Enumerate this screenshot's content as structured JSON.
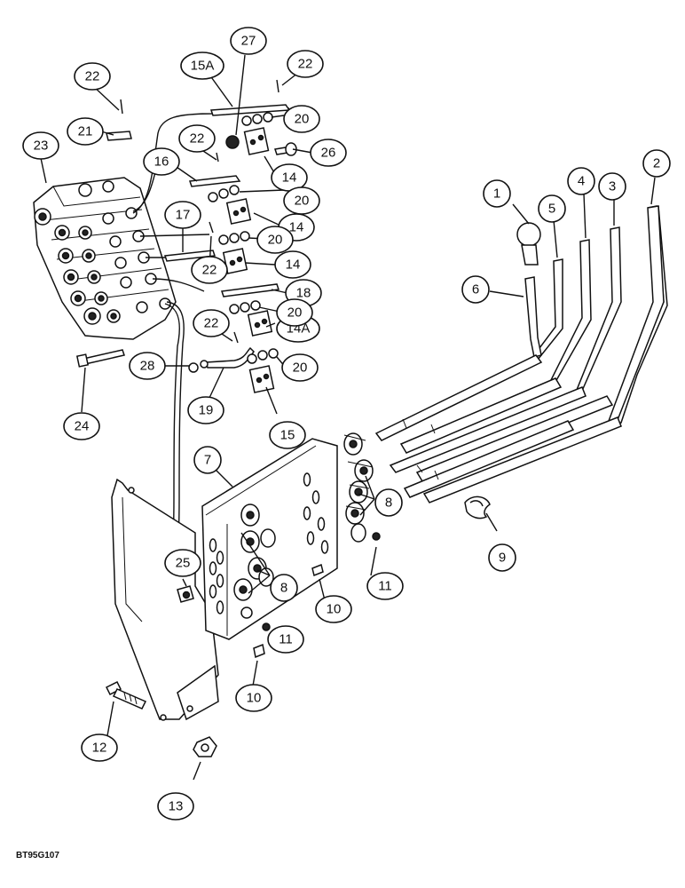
{
  "figure_code": "BT95G107",
  "callouts": [
    {
      "id": "c1",
      "label": "1"
    },
    {
      "id": "c2",
      "label": "2"
    },
    {
      "id": "c3",
      "label": "3"
    },
    {
      "id": "c4",
      "label": "4"
    },
    {
      "id": "c5",
      "label": "5"
    },
    {
      "id": "c6",
      "label": "6"
    },
    {
      "id": "c7",
      "label": "7"
    },
    {
      "id": "c8a",
      "label": "8"
    },
    {
      "id": "c8b",
      "label": "8"
    },
    {
      "id": "c9",
      "label": "9"
    },
    {
      "id": "c10a",
      "label": "10"
    },
    {
      "id": "c10b",
      "label": "10"
    },
    {
      "id": "c11a",
      "label": "11"
    },
    {
      "id": "c11b",
      "label": "11"
    },
    {
      "id": "c12",
      "label": "12"
    },
    {
      "id": "c13",
      "label": "13"
    },
    {
      "id": "c14a",
      "label": "14"
    },
    {
      "id": "c14b",
      "label": "14"
    },
    {
      "id": "c14c",
      "label": "14"
    },
    {
      "id": "c14A",
      "label": "14A"
    },
    {
      "id": "c15",
      "label": "15"
    },
    {
      "id": "c15A",
      "label": "15A"
    },
    {
      "id": "c16",
      "label": "16"
    },
    {
      "id": "c17",
      "label": "17"
    },
    {
      "id": "c18",
      "label": "18"
    },
    {
      "id": "c19",
      "label": "19"
    },
    {
      "id": "c20a",
      "label": "20"
    },
    {
      "id": "c20b",
      "label": "20"
    },
    {
      "id": "c20c",
      "label": "20"
    },
    {
      "id": "c20d",
      "label": "20"
    },
    {
      "id": "c20e",
      "label": "20"
    },
    {
      "id": "c21",
      "label": "21"
    },
    {
      "id": "c22a",
      "label": "22"
    },
    {
      "id": "c22b",
      "label": "22"
    },
    {
      "id": "c22c",
      "label": "22"
    },
    {
      "id": "c22d",
      "label": "22"
    },
    {
      "id": "c22e",
      "label": "22"
    },
    {
      "id": "c23",
      "label": "23"
    },
    {
      "id": "c24",
      "label": "24"
    },
    {
      "id": "c25",
      "label": "25"
    },
    {
      "id": "c26",
      "label": "26"
    },
    {
      "id": "c27",
      "label": "27"
    },
    {
      "id": "c28",
      "label": "28"
    }
  ]
}
